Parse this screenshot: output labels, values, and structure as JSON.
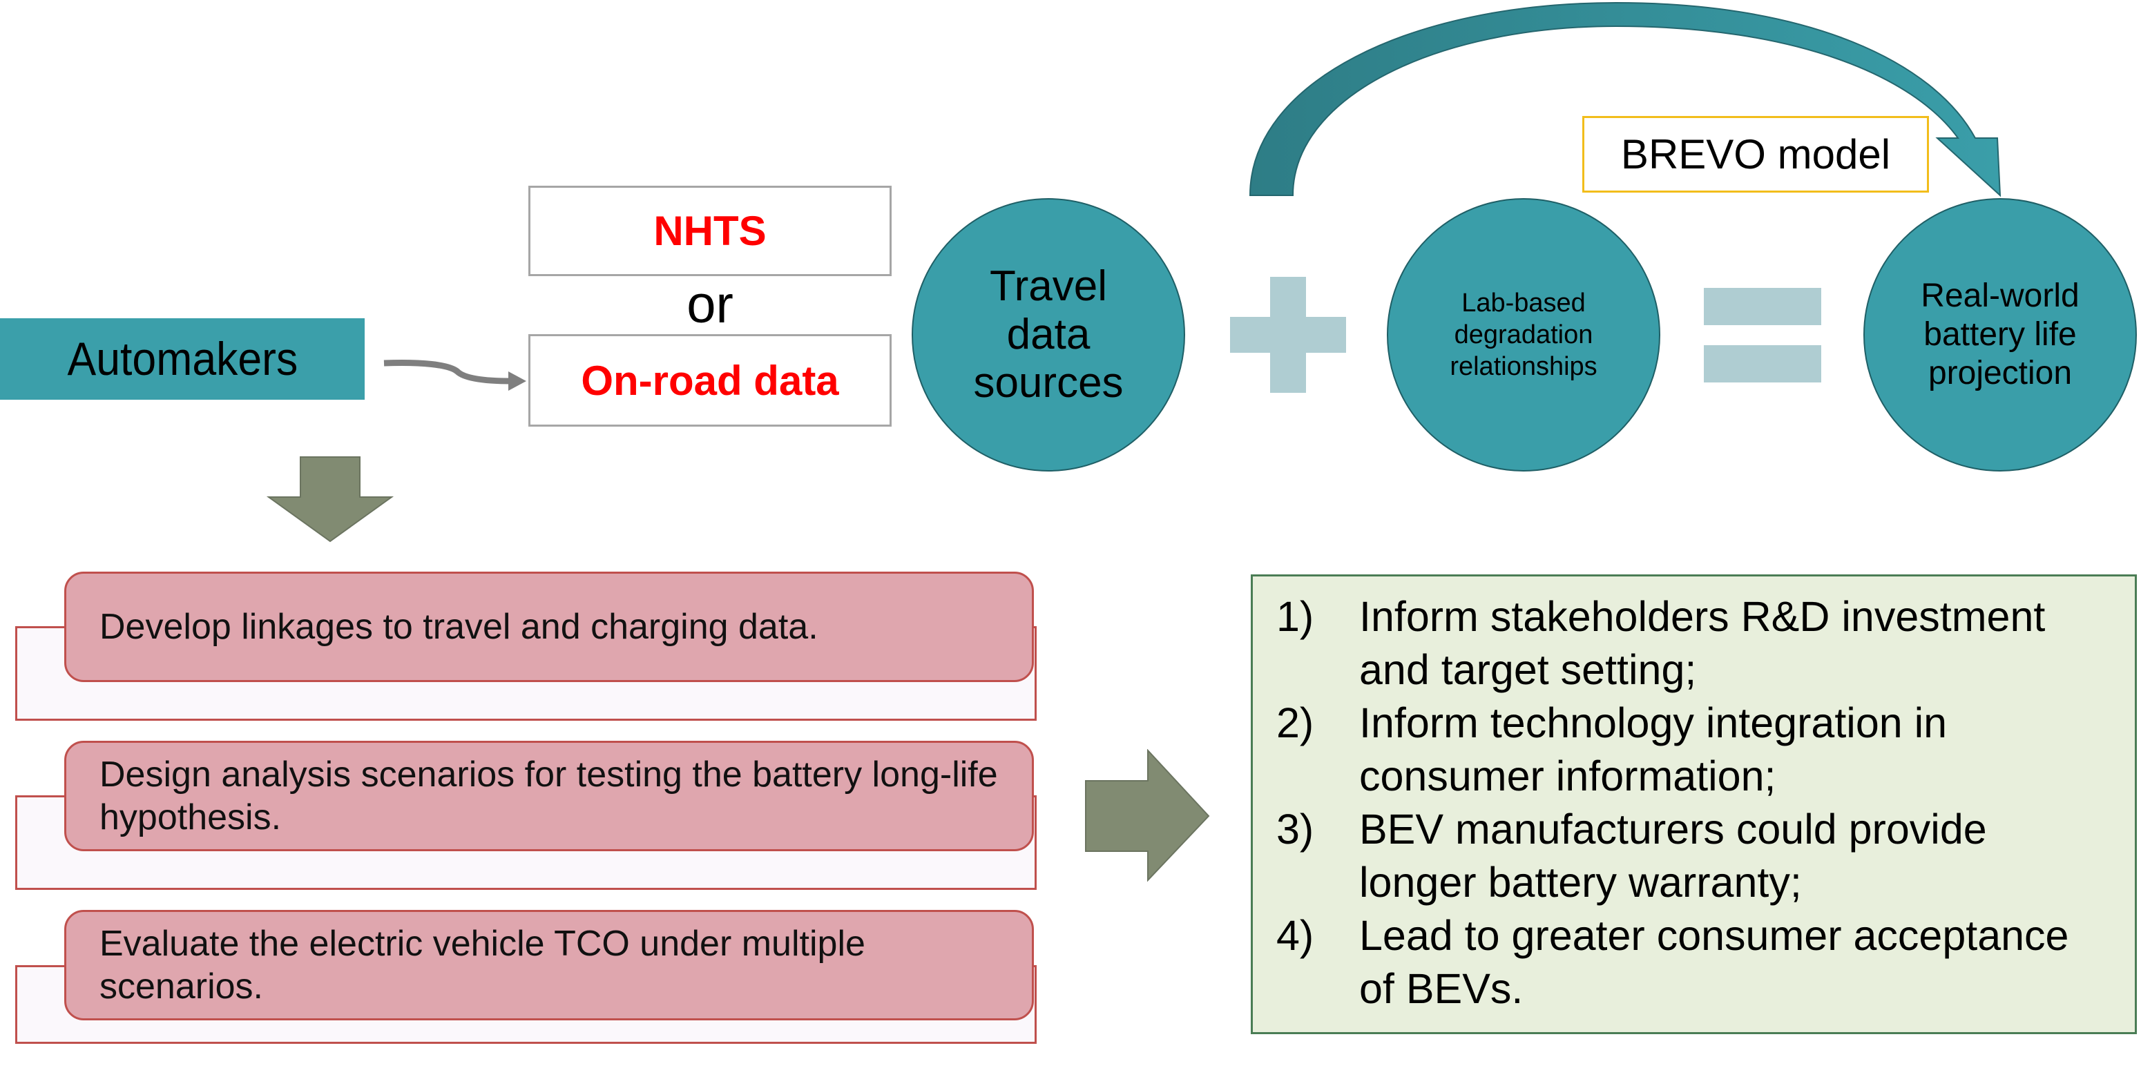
{
  "source_node": {
    "label": "Automakers"
  },
  "travel_sources": {
    "option_a": "NHTS",
    "connector": "or",
    "option_b": "On-road data"
  },
  "equation": {
    "term1": "Travel data sources",
    "operator1": "+",
    "term2": "Lab-based degradation relationships",
    "operator2": "=",
    "result": "Real-world battery life projection"
  },
  "model_label": "BREVO model",
  "tasks": [
    {
      "text": "Develop linkages to travel and charging data."
    },
    {
      "text": "Design analysis scenarios for testing the battery long-life hypothesis."
    },
    {
      "text": "Evaluate the electric vehicle TCO under multiple scenarios."
    }
  ],
  "outcomes": [
    {
      "num": "1)",
      "text": "Inform stakeholders R&D investment and target setting;"
    },
    {
      "num": "2)",
      "text": "Inform technology integration in consumer information;"
    },
    {
      "num": "3)",
      "text": "BEV manufacturers could provide longer battery warranty;"
    },
    {
      "num": "4)",
      "text": "Lead to greater consumer acceptance of BEVs."
    }
  ],
  "colors": {
    "teal": "#3b9faa",
    "teal_dark": "#2e7d86",
    "highlight_red": "#ff0000",
    "task_fill": "#dfa6ae",
    "task_border": "#c0504d",
    "outcome_fill": "#e8efdc",
    "outcome_border": "#4a7d55",
    "arrow_gray": "#818b72",
    "operator_fill": "#afcdd2",
    "model_border": "#f2bd1b"
  }
}
